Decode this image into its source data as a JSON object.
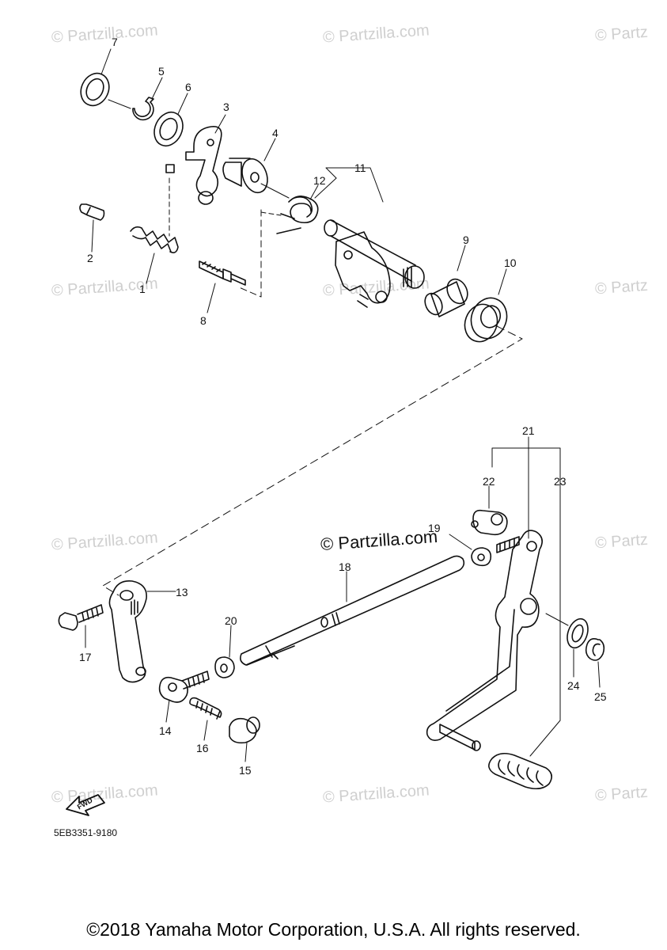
{
  "watermark": "© Partzilla.com",
  "watermark_cut": "© Partz",
  "main_watermark": "© Partzilla.com",
  "callouts": [
    "7",
    "5",
    "6",
    "3",
    "4",
    "11",
    "12",
    "2",
    "1",
    "8",
    "9",
    "10",
    "21",
    "22",
    "23",
    "19",
    "18",
    "13",
    "17",
    "20",
    "14",
    "16",
    "15",
    "24",
    "25"
  ],
  "fwd_label": "FWD",
  "diagram_code": "5EB3351-9180",
  "copyright": "©2018 Yamaha Motor Corporation, U.S.A. All rights reserved."
}
